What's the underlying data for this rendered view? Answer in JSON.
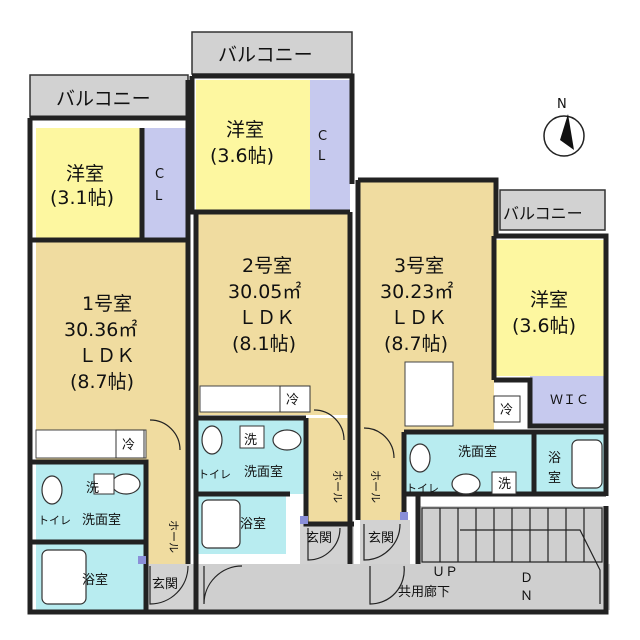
{
  "units": {
    "unit1": {
      "name": "1号室",
      "area": "30.36㎡",
      "type": "ＬＤＫ",
      "ldk_size": "(8.7帖)"
    },
    "unit2": {
      "name": "2号室",
      "area": "30.05㎡",
      "type": "ＬＤＫ",
      "ldk_size": "(8.1帖)"
    },
    "unit3": {
      "name": "3号室",
      "area": "30.23㎡",
      "type": "ＬＤＫ",
      "ldk_size": "(8.7帖)"
    }
  },
  "rooms": {
    "western1": {
      "name": "洋室",
      "size": "(3.1帖)"
    },
    "western2": {
      "name": "洋室",
      "size": "(3.6帖)"
    },
    "western3": {
      "name": "洋室",
      "size": "(3.6帖)"
    }
  },
  "labels": {
    "balcony": "バルコニー",
    "closet_c": "C",
    "closet_l": "L",
    "fridge": "冷",
    "wash": "洗",
    "toilet": "トイレ",
    "washroom": "洗面室",
    "bath": "浴室",
    "bath_top": "浴",
    "bath_bottom": "室",
    "entrance": "玄関",
    "hall": "ホール",
    "wic": "ＷＩＣ",
    "corridor": "共用廊下",
    "up": "ＵＰ",
    "dn_d": "Ｄ",
    "dn_n": "Ｎ",
    "north": "N"
  },
  "colors": {
    "ldk": "#f0dca0",
    "western": "#fdf7a0",
    "wet": "#b8ecf0",
    "closet": "#c6c9ee",
    "balcony": "#d2d2d2",
    "corridor": "#cfcfcf",
    "entrance": "#d2d2d2"
  }
}
